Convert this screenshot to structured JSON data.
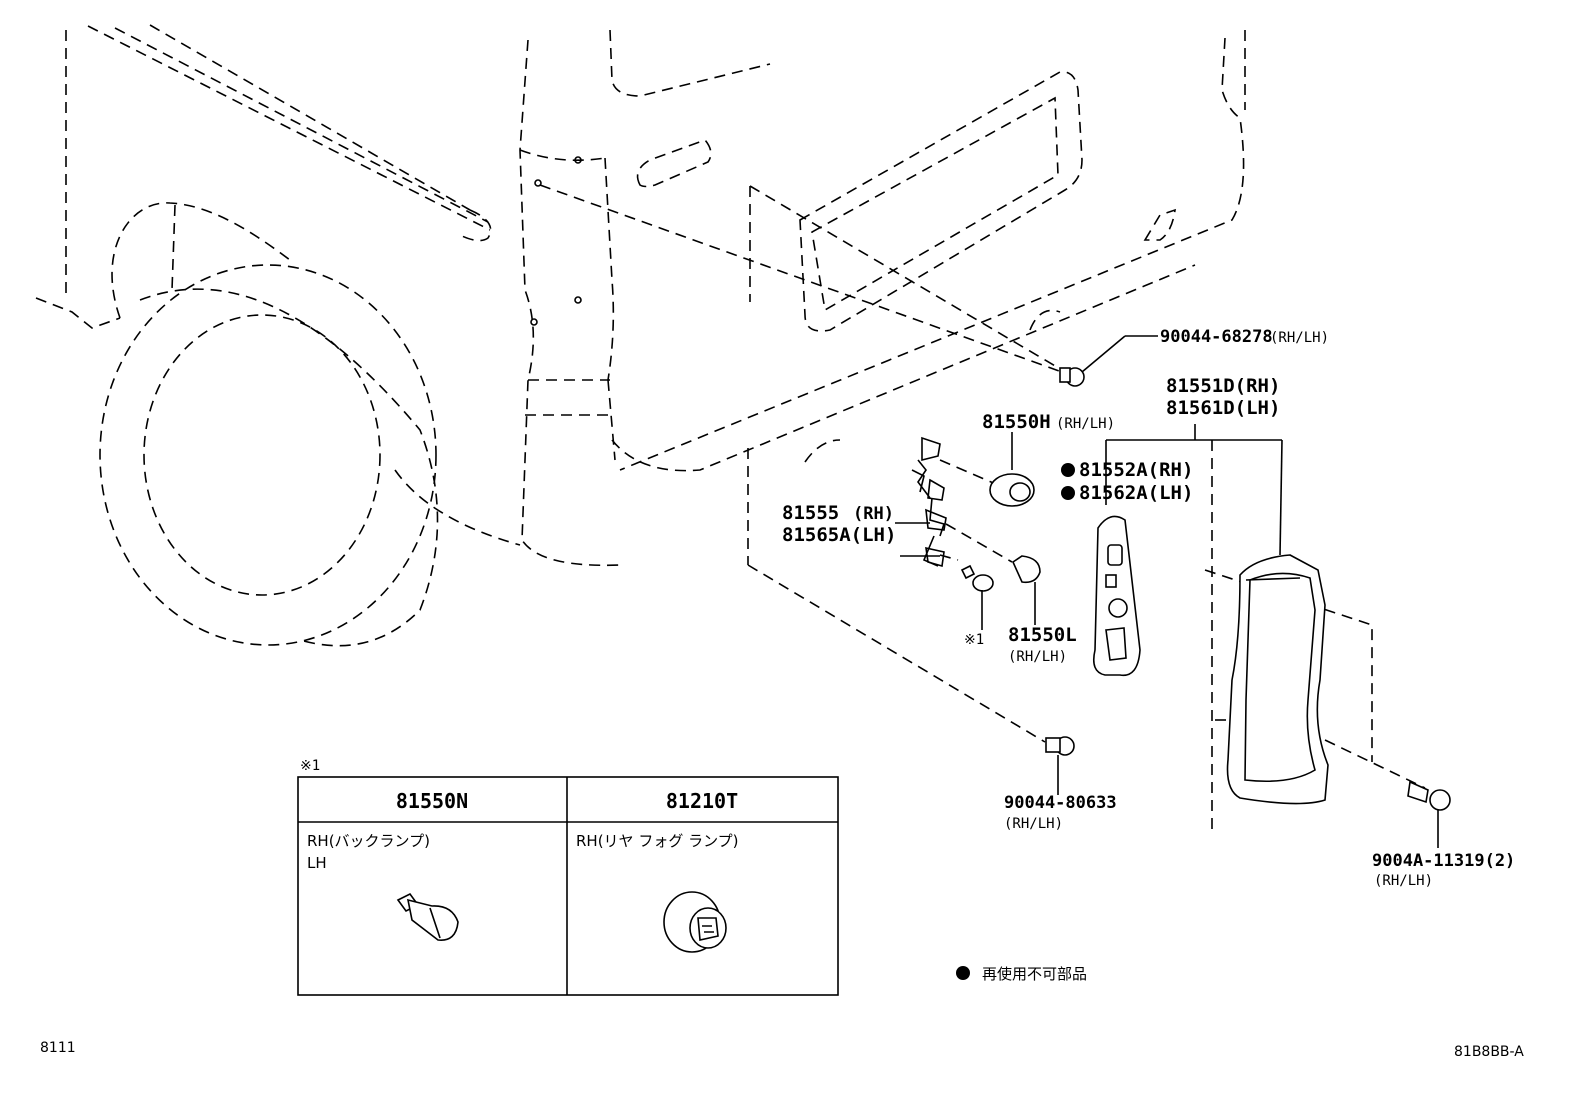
{
  "callouts": {
    "screw_top": "90044-68278",
    "screw_top_side": "(RH/LH)",
    "lens_rh": "81551D(RH)",
    "lens_lh": "81561D(LH)",
    "socket": "81550H",
    "socket_side": "(RH/LH)",
    "gasket_rh": "81552A(RH)",
    "gasket_lh": "81562A(LH)",
    "wire_rh_code": "81555",
    "wire_rh_side": "(RH)",
    "wire_lh": "81565A(LH)",
    "bulb_l": "81550L",
    "bulb_l_side": "(RH/LH)",
    "note_mark": "※1",
    "screw_bottom": "90044-80633",
    "screw_bottom_side": "(RH/LH)",
    "bolt": "9004A-11319(2)",
    "bolt_side": "(RH/LH)"
  },
  "table": {
    "mark": "※1",
    "col1_header": "81550N",
    "col2_header": "81210T",
    "col1_line1": "RH(バックランプ)",
    "col1_line2": "LH",
    "col2_line1": "RH(リヤ フォグ ランプ)"
  },
  "legend": {
    "symbol": "●",
    "text": "再使用不可部品"
  },
  "footer": {
    "left_code": "8111",
    "right_code": "81B8BB-A"
  }
}
